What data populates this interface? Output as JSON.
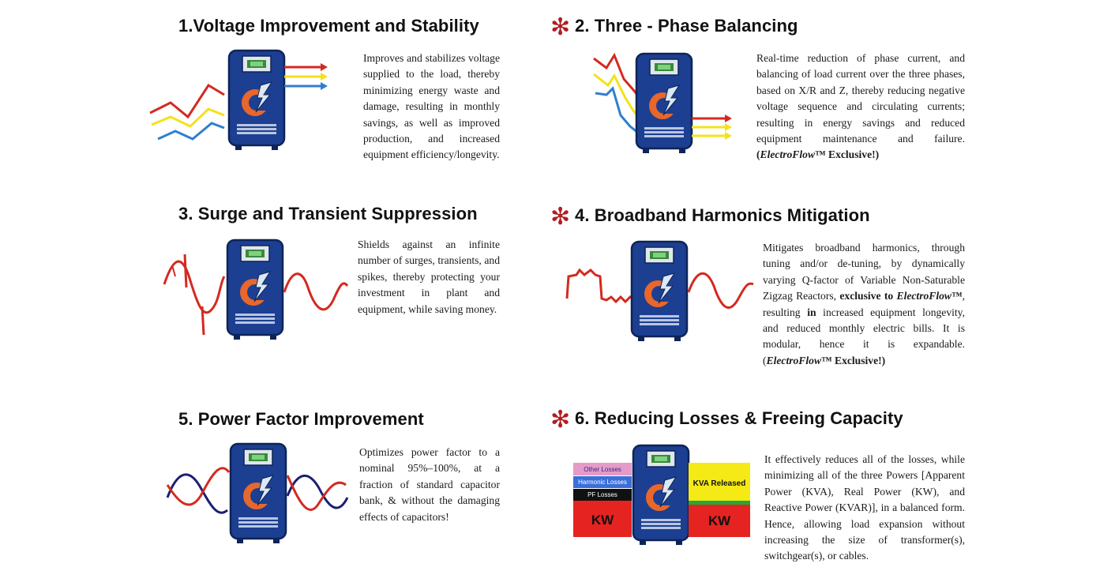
{
  "sections": [
    {
      "title": "1.Voltage Improvement and Stability",
      "starred": false,
      "description": "Improves and stabilizes voltage supplied to the load, thereby minimizing energy waste and damage, resulting in monthly savings, as well as improved production, and increased equipment efficiency/longevity."
    },
    {
      "title": "2. Three - Phase Balancing",
      "starred": true,
      "description_parts": [
        {
          "text": "Real-time reduction of phase current, and balancing of load current over the three phases, based on X/R and Z, thereby reducing negative voltage sequence and circulating currents; resulting in energy savings and reduced equipment maintenance and failure. ",
          "style": "normal"
        },
        {
          "text": "(",
          "style": "bold"
        },
        {
          "text": "ElectroFlow",
          "style": "bolditalic"
        },
        {
          "text": "™ Exclusive!)",
          "style": "bold"
        }
      ]
    },
    {
      "title": "3. Surge and Transient Suppression",
      "starred": false,
      "description": "Shields against an infinite number of surges, transients, and spikes, thereby protecting your investment in plant and equipment, while saving money."
    },
    {
      "title": "4. Broadband  Harmonics  Mitigation",
      "starred": true,
      "description_parts": [
        {
          "text": "Mitigates broadband harmonics, through tuning and/or de-tuning, by dynamically varying Q-factor of Variable Non-Saturable Zigzag Reactors, ",
          "style": "normal"
        },
        {
          "text": "exclusive to ",
          "style": "bold"
        },
        {
          "text": "ElectroFlow",
          "style": "bolditalic"
        },
        {
          "text": "™",
          "style": "bold"
        },
        {
          "text": ", resulting ",
          "style": "normal"
        },
        {
          "text": "in",
          "style": "bold"
        },
        {
          "text": " increased equipment longevity, and reduced monthly electric bills. It is modular, hence it is expandable. (",
          "style": "normal"
        },
        {
          "text": "ElectroFlow",
          "style": "bolditalic"
        },
        {
          "text": "™ Exclusive!)",
          "style": "bold"
        }
      ]
    },
    {
      "title": "5. Power Factor Improvement",
      "starred": false,
      "description": "Optimizes power factor to a nominal 95%–100%, at a fraction of standard capacitor bank, & without the damaging effects of capacitors!"
    },
    {
      "title": "6. Reducing Losses & Freeing Capacity",
      "starred": true,
      "description": "It effectively reduces all of the losses, while minimizing all of the three Powers [Apparent Power (KVA), Real Power (KW), and Reactive Power (KVAR)], in a balanced form. Hence, allowing load expansion without increasing the size of transformer(s), switchgear(s), or cables."
    }
  ],
  "loss_chart": {
    "left_labels": [
      "Other Losses",
      "Harmonic Losses",
      "PF Losses",
      "KW"
    ],
    "right_labels": [
      "KVA Released",
      "KW"
    ]
  },
  "star_glyph": "✻",
  "icons": [
    "device-cabinet-icon",
    "logo-c-icon"
  ],
  "colors": {
    "red_phase": "#d32a20",
    "yellow_phase": "#f2e21a",
    "blue_phase": "#2f7fd0",
    "navy_wave": "#1b1f72",
    "cabinet_blue": "#1d3f91",
    "cabinet_dark": "#122a66",
    "star": "#b01e24",
    "kw_red": "#e52320",
    "pf_black": "#111111",
    "harmonic_blue": "#3b6fd8",
    "other_pink": "#e59ac8",
    "kva_yellow": "#f5ea16",
    "green_band": "#27a737"
  }
}
